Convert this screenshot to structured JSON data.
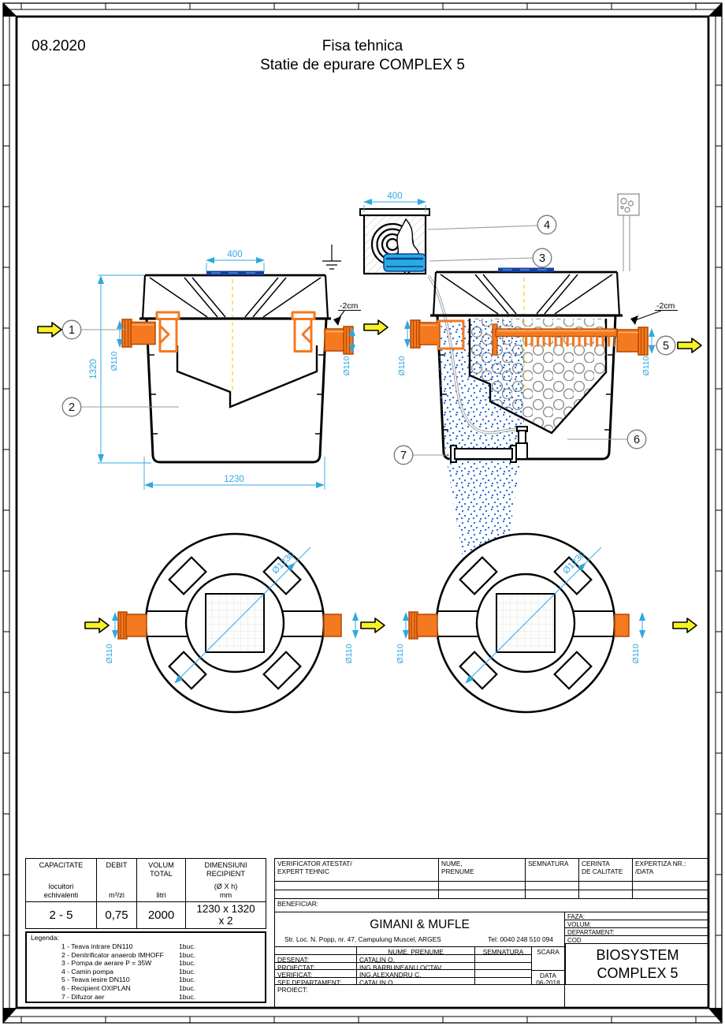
{
  "page": {
    "date": "08.2020",
    "title1": "Fisa tehnica",
    "title2": "Statie de epurare COMPLEX 5"
  },
  "dims": {
    "d400": "400",
    "d1320": "1320",
    "d1230": "1230",
    "d110": "Ø110",
    "d1230dia": "Ø1230",
    "offset": "-2cm"
  },
  "callouts": [
    "1",
    "2",
    "3",
    "4",
    "5",
    "6",
    "7"
  ],
  "capacity_table": {
    "headers": [
      {
        "title": "CAPACITATE",
        "sub": "locuitori\nechivalenti"
      },
      {
        "title": "DEBIT",
        "sub": "m³/zi"
      },
      {
        "title": "VOLUM\nTOTAL",
        "sub": "litri"
      },
      {
        "title": "DIMENSIUNI\nRECIPIENT",
        "sub": "(Ø X h)\nmm"
      }
    ],
    "values": [
      "2 - 5",
      "0,75",
      "2000",
      "1230 x 1320\nx 2"
    ]
  },
  "legend": {
    "title": "Legenda:",
    "items": [
      {
        "label": "1 - Teava intrare DN110",
        "qty": "1buc."
      },
      {
        "label": "2 - Denitrificator anaerob IMHOFF",
        "qty": "1buc."
      },
      {
        "label": "3 - Pompa de aerare P = 35W",
        "qty": "1buc."
      },
      {
        "label": "4 - Camin pompa",
        "qty": "1buc."
      },
      {
        "label": "5 - Teava iesire DN110",
        "qty": "1buc."
      },
      {
        "label": "6 - Recipient OXIPLAN",
        "qty": "1buc."
      },
      {
        "label": "7 - Difuzor aer",
        "qty": "1buc."
      }
    ]
  },
  "title_block": {
    "verificator": "VERIFICATOR ATESTAT/\nEXPERT TEHNIC",
    "nume": "NUME,\nPRENUME",
    "semnatura": "SEMNATURA",
    "cerinta": "CERINTA\nDE CALITATE",
    "expertiza": "EXPERTIZA NR.:\n/DATA",
    "beneficiar": "BENEFICIAR:",
    "company": "GIMANI & MUFLE",
    "address": "Str. Loc. N. Popp, nr. 47, Campulung Muscel, ARGES",
    "phone": "Tel: 0040 248 510 094",
    "faza": "FAZA:",
    "volum": "VOLUM:",
    "departament": "DEPARTAMENT:",
    "cod": "COD",
    "nume_header": "NUME, PRENUME",
    "semnatura_header": "SEMNATURA",
    "scara": "SCARA",
    "rows": [
      {
        "label": "DESENAT:",
        "name": "CATALIN O."
      },
      {
        "label": "PROIECTAT:",
        "name": "ING.BARBUNEANU OCTAV"
      },
      {
        "label": "VERIFICAT:",
        "name": "ING.ALEXANDRU C."
      },
      {
        "label": "SEF DEPARTAMENT:",
        "name": "CATALIN O."
      }
    ],
    "data_label": "DATA",
    "data_value": "06-2018",
    "product": "BIOSYSTEM\nCOMPLEX 5",
    "proiect": "PROIECT:"
  },
  "colors": {
    "dimension": "#2FA8E1",
    "pipe_orange": "#F4791F",
    "arrow_yellow": "#F8F224",
    "water_blue": "#29ABE2",
    "lid_navy": "#16419B",
    "bubble_blue": "#3273D9"
  }
}
